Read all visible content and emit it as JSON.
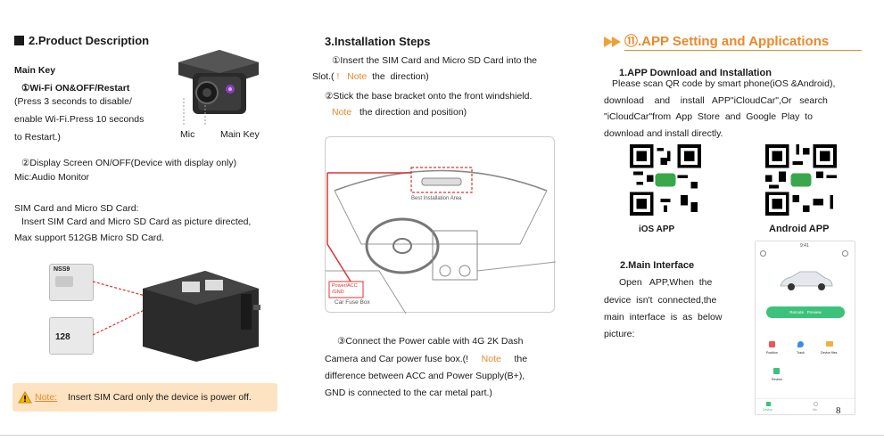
{
  "product": {
    "heading": "2.Product Description",
    "main_key_title": "Main Key",
    "wifi_title": "①Wi-Fi   ON&OFF/Restart",
    "wifi_line1": "(Press 3 seconds to disable/",
    "wifi_line2": "enable Wi-Fi.Press  10 seconds",
    "wifi_line3": "to Restart.)",
    "label_mic": "Mic",
    "label_mainkey": "Main Key",
    "display_line": "②Display Screen ON/OFF(Device with display only)",
    "mic_line": "Mic:Audio    Monitor",
    "sim_title": "SIM Card and Micro SD Card:",
    "sim_line1": "Insert SIM Card and Micro SD Card as picture directed,",
    "sim_line2": "Max support  512GB Micro SD Card.",
    "sd_card_text": "128",
    "sim_card_text": "NSS9",
    "note_label": "Note:",
    "note_text": "Insert SIM Card only the device is power off."
  },
  "install": {
    "heading": "3.Installation Steps",
    "step1_line1": "①Insert the SIM Card and Micro SD Card into the",
    "step1_line2_a": "Slot.( ",
    "step1_mark": "!   Note",
    "step1_line2_b": "  the  direction)",
    "step2_line1": "②Stick the base bracket onto the front windshield.",
    "step2_note": "Note",
    "step2_line2_b": "   the direction and position)",
    "best_area": "Best Installation Area",
    "fuse_label_1": "Power/ACC",
    "fuse_label_2": "/GND",
    "fuse_box": "Car Fuse Box",
    "step3_line1": "③Connect the Power cable with 4G 2K Dash",
    "step3_line2_a": "Camera and Car power fuse box.(!",
    "step3_note": "Note",
    "step3_line2_b": "the",
    "step3_line3": "difference between ACC and Power Supply(B+),",
    "step3_line4": "GND is connected to the car metal part.)"
  },
  "app": {
    "heading_num": "⑪",
    "heading_text": ".APP Setting and Applications",
    "download_title": "1.APP  Download  and  Installation",
    "download_line1": "Please scan QR code by smart phone(iOS &Android),",
    "download_line2": "download    and    install   APP\"iCloudCar\",Or   search",
    "download_line3": "\"iCloudCar\"from  App  Store  and  Google  Play  to",
    "download_line4": "download and install directly.",
    "ios_label": "iOS  APP",
    "android_label": "Android APP",
    "main_title": "2.Main  Interface",
    "main_line1": "Open   APP,When  the",
    "main_line2": "device  isn't  connected,the",
    "main_line3": "main  interface  is  as  below",
    "main_line4": "picture:",
    "phone_time": "9:41",
    "phone_btn": "Remote   Preview",
    "phone_icons": [
      "Position",
      "Track",
      "Device files",
      "Review"
    ],
    "phone_nav": [
      "Device",
      "Me"
    ],
    "page_number": "8"
  }
}
